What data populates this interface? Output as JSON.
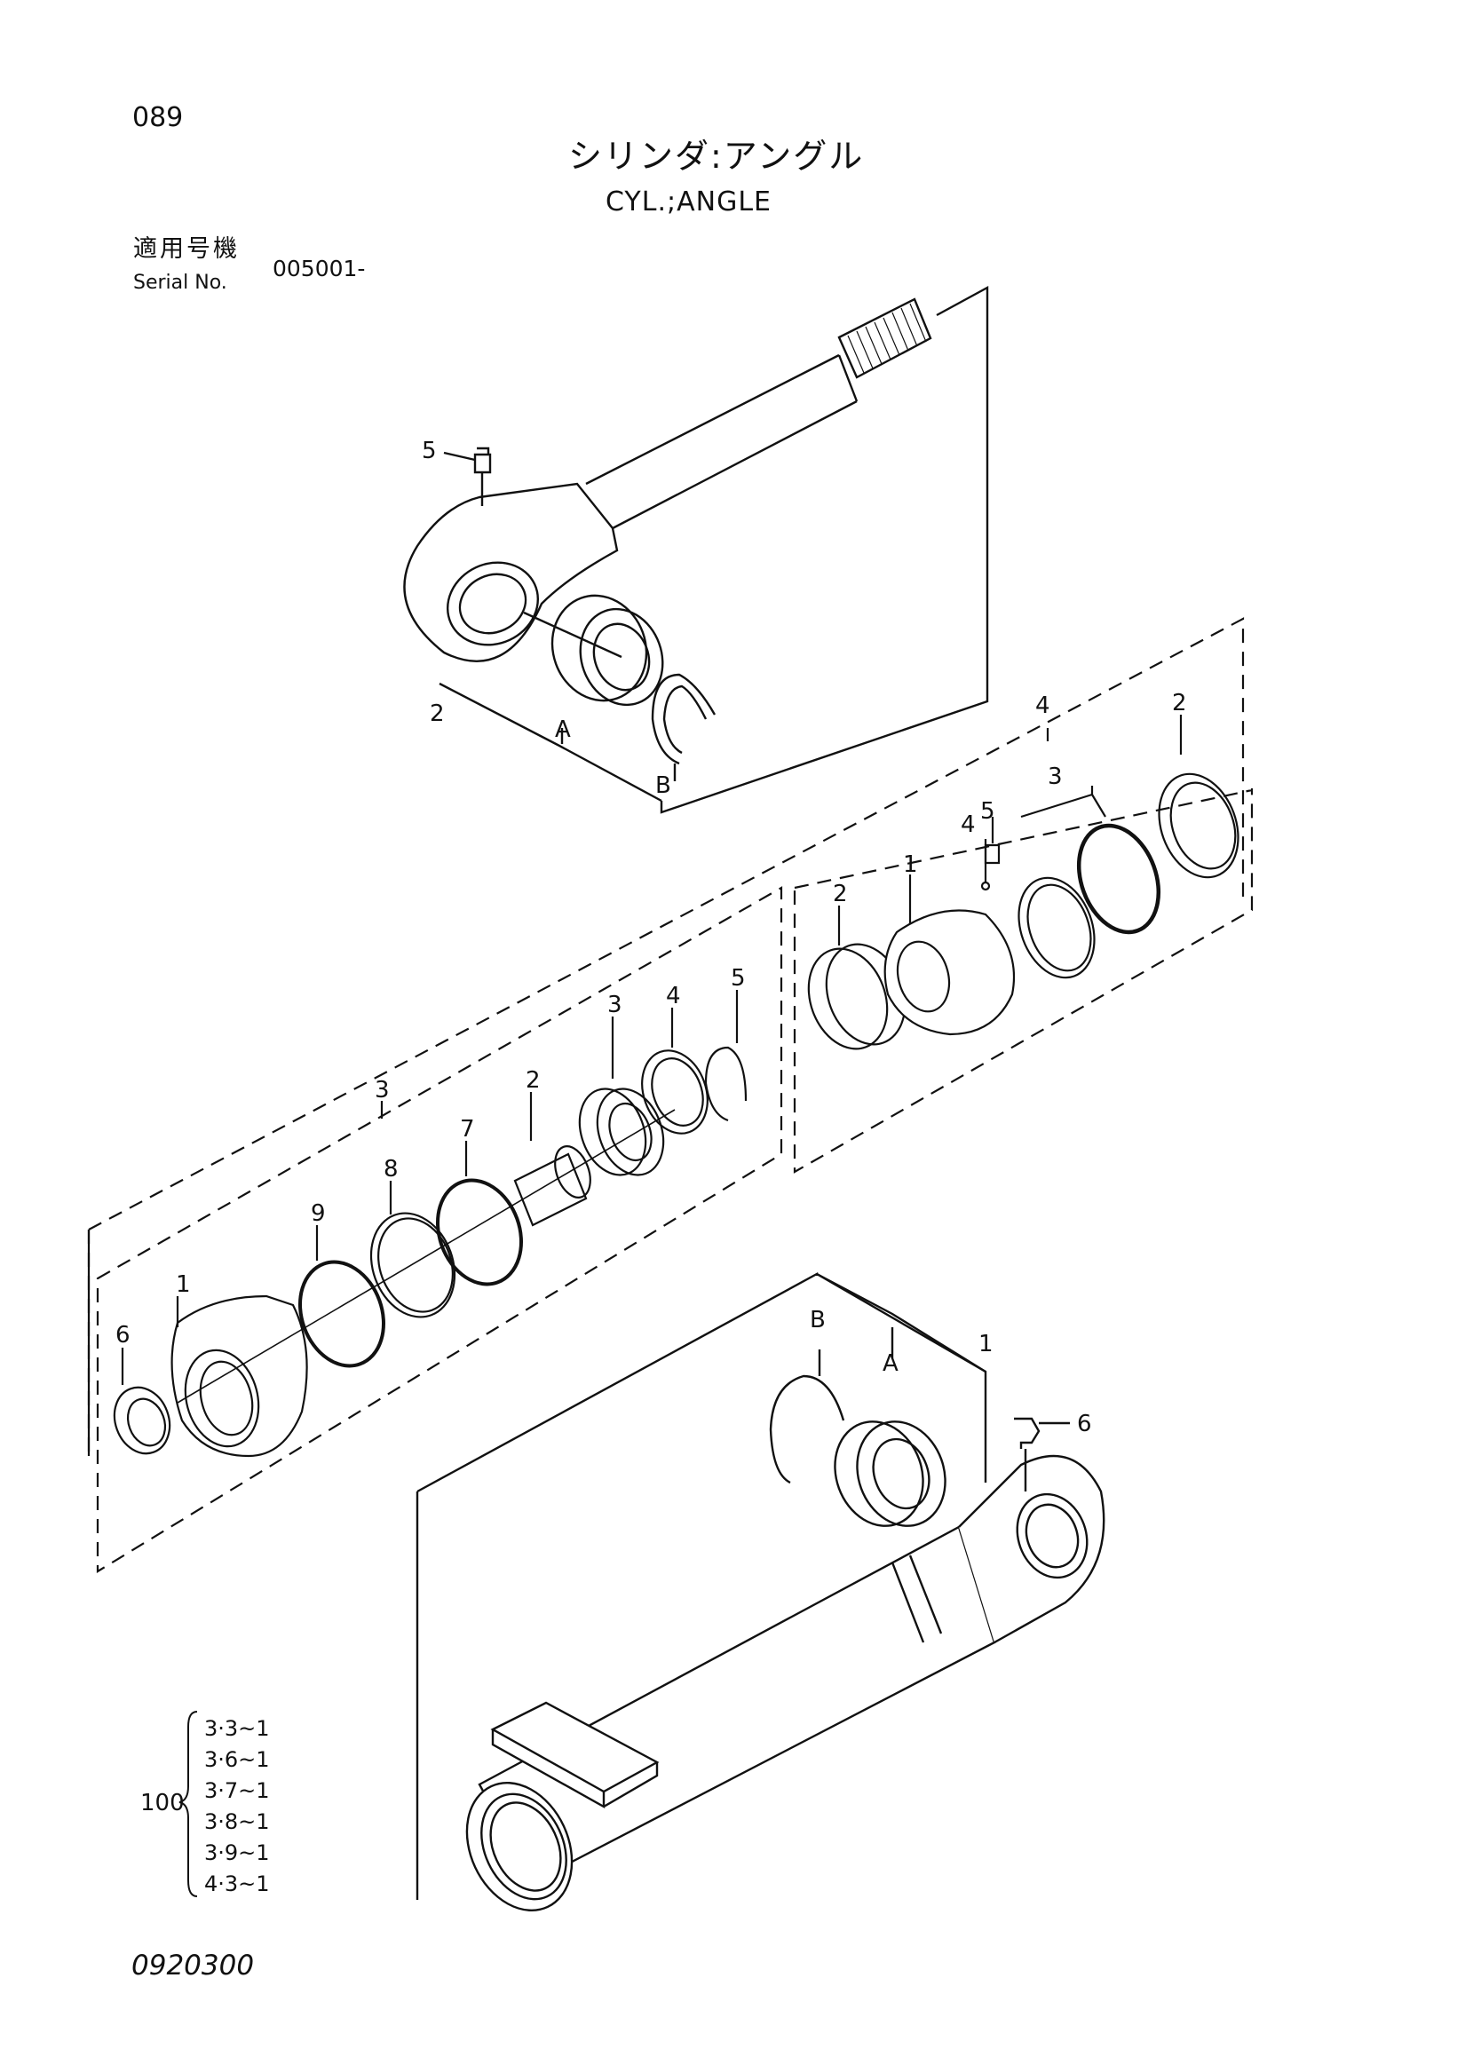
{
  "page": {
    "number": "089",
    "doc_code": "0920300"
  },
  "title": {
    "japanese": "シリンダ:アングル",
    "english": "CYL.;ANGLE"
  },
  "serial": {
    "label_jp": "適用号機",
    "label_en": "Serial No.",
    "value": "005001-"
  },
  "callouts": {
    "rod_grease": "5",
    "rod_assy": "2",
    "rod_bush": "A",
    "rod_ring": "B",
    "head_assy": "3",
    "head_body": "1",
    "head_seal_6": "6",
    "head_ring_9": "9",
    "head_ring_8": "8",
    "head_ring_7": "7",
    "head_bush": "2",
    "head_seal_3": "3",
    "head_seal_4": "4",
    "head_snap_5": "5",
    "piston_assy": "4",
    "piston_body": "1",
    "piston_ring": "2",
    "piston_set": "4",
    "piston_screw": "5",
    "piston_seal": "3",
    "piston_wear": "2",
    "tube_assy": "1",
    "tube_ring": "B",
    "tube_bush": "A",
    "tube_grease": "6"
  },
  "reference": {
    "main": "100",
    "items": [
      "3·3~1",
      "3·6~1",
      "3·7~1",
      "3·8~1",
      "3·9~1",
      "4·3~1"
    ]
  }
}
